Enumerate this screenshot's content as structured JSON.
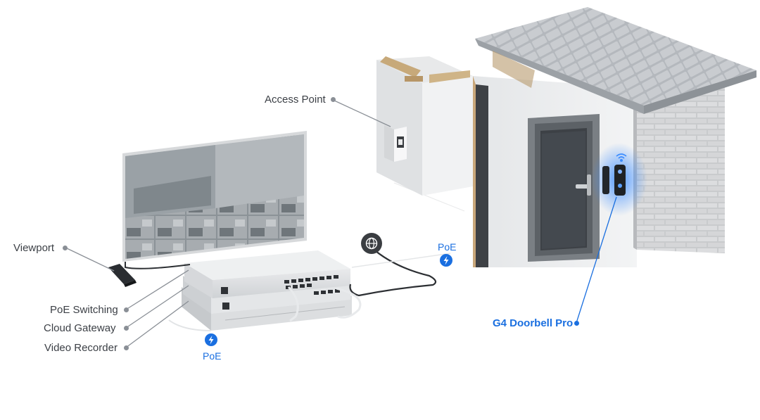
{
  "labels": {
    "access_point": "Access Point",
    "viewport": "Viewport",
    "poe_switching": "PoE Switching",
    "cloud_gateway": "Cloud Gateway",
    "video_recorder": "Video Recorder",
    "doorbell": "G4 Doorbell Pro",
    "poe_right": "PoE",
    "poe_bottom": "PoE"
  },
  "colors": {
    "accent": "#1a6fe0",
    "label_text": "#3b3f45",
    "leader_line": "#8a8f96"
  },
  "icons": {
    "internet": "globe-icon",
    "power": "lightning-bolt-icon",
    "wifi": "wifi-icon"
  }
}
